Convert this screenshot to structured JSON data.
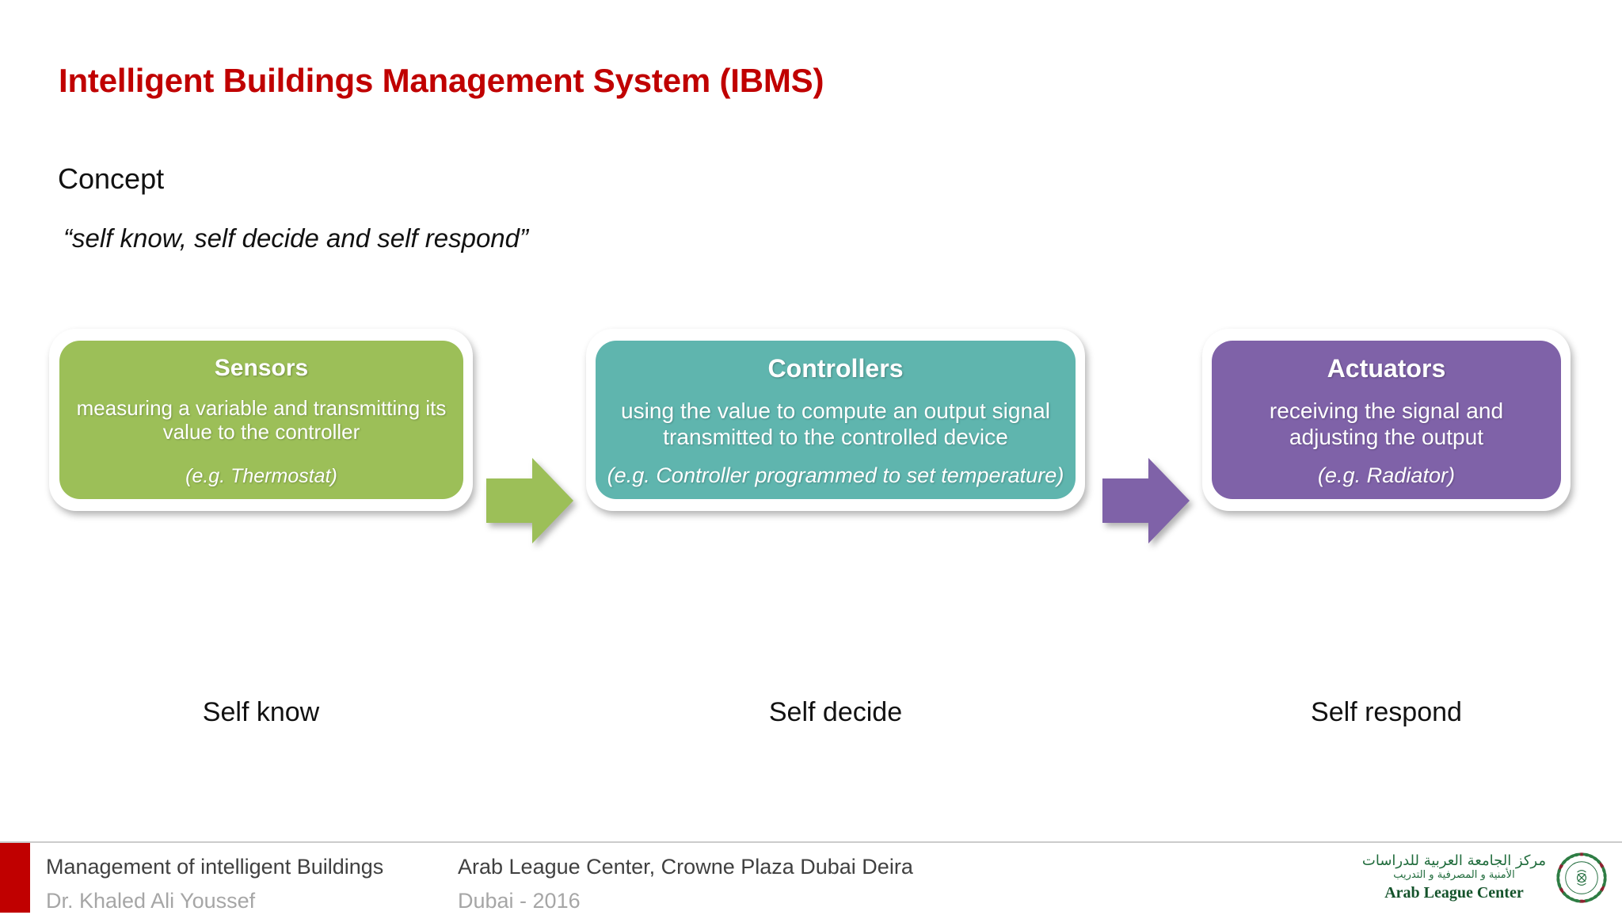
{
  "slide": {
    "title": "Intelligent Buildings Management System (IBMS)",
    "section_label": "Concept",
    "quote": "“self know, self decide and self respond”"
  },
  "colors": {
    "title_red": "#C00000",
    "sensors_green": "#9CBF58",
    "controllers_teal": "#5FB5AE",
    "actuators_purple": "#7F62A8",
    "footer_accent": "#C00000",
    "logo_green": "#1F6B3B"
  },
  "diagram": {
    "nodes": [
      {
        "title": "Sensors",
        "description": "measuring a variable and transmitting its value to the controller",
        "example": "(e.g. Thermostat)",
        "caption": "Self know",
        "color": "#9CBF58"
      },
      {
        "title": "Controllers",
        "description": "using the value to compute an output signal transmitted to the controlled device",
        "example": "(e.g. Controller programmed to set temperature)",
        "caption": "Self decide",
        "color": "#5FB5AE"
      },
      {
        "title": "Actuators",
        "description": "receiving the signal and adjusting the output",
        "example": "(e.g. Radiator)",
        "caption": "Self respond",
        "color": "#7F62A8"
      }
    ],
    "arrows": [
      {
        "name": "arrow-sensors-to-controllers",
        "color": "#9CBF58"
      },
      {
        "name": "arrow-controllers-to-actuators",
        "color": "#7F62A8"
      }
    ]
  },
  "footer": {
    "left_primary": "Management of intelligent Buildings",
    "left_secondary": "Dr. Khaled Ali Youssef",
    "middle_primary": "Arab League Center, Crowne Plaza Dubai Deira",
    "middle_secondary": "Dubai - 2016"
  },
  "logo": {
    "arabic_line1": "مركز الجامعة العربية للدراسات",
    "arabic_line2": "الأمنية و المصرفية و التدريب",
    "english": "Arab League Center"
  }
}
